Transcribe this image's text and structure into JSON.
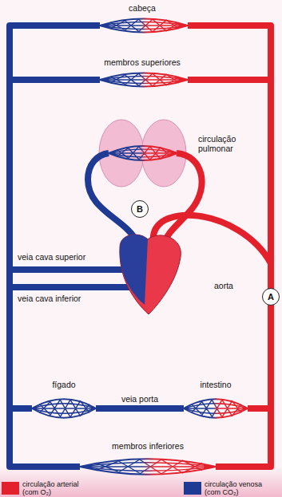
{
  "diagram": {
    "nodes": [
      {
        "text": [
          "B"
        ]
      },
      {
        "text": [
          "A"
        ]
      }
    ],
    "labels": [
      "cabeça",
      "membros superiores",
      "circulação pulmonar",
      "veia cava superior",
      "veia cava inferior",
      "aorta",
      "fígado",
      "intestino",
      "veia porta",
      "membros inferiores"
    ],
    "legend": [
      {
        "text": "circulação arterial (com O₂)",
        "color": "#e3212d"
      },
      {
        "text": "circulação venosa (com CO₂)",
        "color": "#1f3a93"
      }
    ]
  }
}
